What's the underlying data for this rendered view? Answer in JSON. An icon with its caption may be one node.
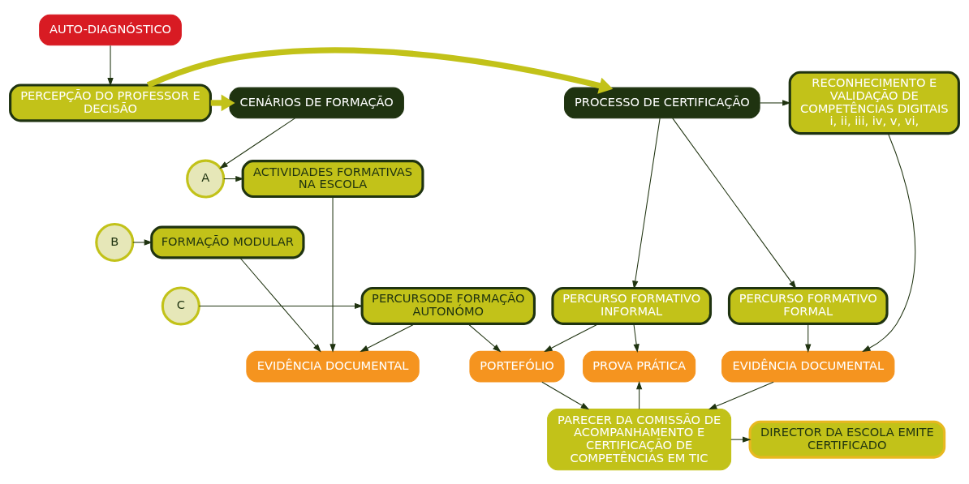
{
  "diagram": {
    "nodes": [
      {
        "text": [
          "AUTO-DIAGNÓSTICO"
        ]
      },
      {
        "text": [
          "CENÁRIOS DE FORMAÇÃO"
        ]
      },
      {
        "text": [
          "PERCEPÇÃO DO PROFESSOR E DECISÃO"
        ]
      },
      {
        "text": [
          "PROCESSO DE CERTIFICAÇÃO"
        ]
      },
      {
        "text": [
          "RECONHECIMENTO E VALIDAÇÃO DE COMPETÊNCIAS DIGITAIS",
          "i, ii, iii, iv, v, vi,"
        ]
      },
      {
        "text": [
          "A"
        ]
      },
      {
        "text": [
          "ACTIVIDADES FORMATIVAS NA ESCOLA"
        ]
      },
      {
        "text": [
          "PERCURSO FORMATIVO INFORMAL"
        ]
      },
      {
        "text": [
          "PERCURSO FORMATIVO FORMAL"
        ]
      },
      {
        "text": [
          "B"
        ]
      },
      {
        "text": [
          "FORMAÇÃO MODULAR"
        ]
      },
      {
        "text": [
          "EVIDÊNCIA DOCUMENTAL"
        ]
      },
      {
        "text": [
          "PORTEFÓLIO"
        ]
      },
      {
        "text": [
          "PROVA PRÁTICA"
        ]
      },
      {
        "text": [
          "EVIDÊNCIA DOCUMENTAL"
        ]
      },
      {
        "text": [
          "C"
        ]
      },
      {
        "text": [
          "PERCURSODE FORMAÇÃO AUTONÓMO"
        ]
      },
      {
        "text": [
          "DIRECTOR DA ESCOLA EMITE CERTIFICADO"
        ]
      },
      {
        "text": [
          "PARECER DA COMISSÃO DE ACOMPANHAMENTO E CERTIFICAÇÃO DE COMPETÊNCIAS EM TIC"
        ]
      }
    ],
    "edges": [
      {
        "from": 0,
        "to": 2,
        "arrow": "to"
      },
      {
        "from": 2,
        "to": 1,
        "arrow": "to",
        "style": "thick",
        "color": "#c2c219"
      },
      {
        "from": 2,
        "to": 3,
        "arrow": "to",
        "style": "thick",
        "color": "#c2c219"
      },
      {
        "from": 1,
        "to": 5,
        "arrow": "to"
      },
      {
        "from": 5,
        "to": 6,
        "arrow": "to"
      },
      {
        "from": 9,
        "to": 10,
        "arrow": "to"
      },
      {
        "from": 15,
        "to": 16,
        "arrow": "to"
      },
      {
        "from": 6,
        "to": 11,
        "arrow": "to"
      },
      {
        "from": 10,
        "to": 11,
        "arrow": "to"
      },
      {
        "from": 16,
        "to": 11,
        "arrow": "to"
      },
      {
        "from": 16,
        "to": 12,
        "arrow": "to"
      },
      {
        "from": 3,
        "to": 4,
        "arrow": "to"
      },
      {
        "from": 3,
        "to": 7,
        "arrow": "to"
      },
      {
        "from": 3,
        "to": 8,
        "arrow": "to"
      },
      {
        "from": 7,
        "to": 12,
        "arrow": "to"
      },
      {
        "from": 7,
        "to": 13,
        "arrow": "to"
      },
      {
        "from": 8,
        "to": 14,
        "arrow": "to"
      },
      {
        "from": 4,
        "to": 14,
        "arrow": "to"
      },
      {
        "from": 12,
        "to": 18,
        "arrow": "to"
      },
      {
        "from": 18,
        "to": 13,
        "arrow": "to"
      },
      {
        "from": 14,
        "to": 18,
        "arrow": "to"
      },
      {
        "from": 18,
        "to": 17,
        "arrow": "to"
      }
    ]
  }
}
